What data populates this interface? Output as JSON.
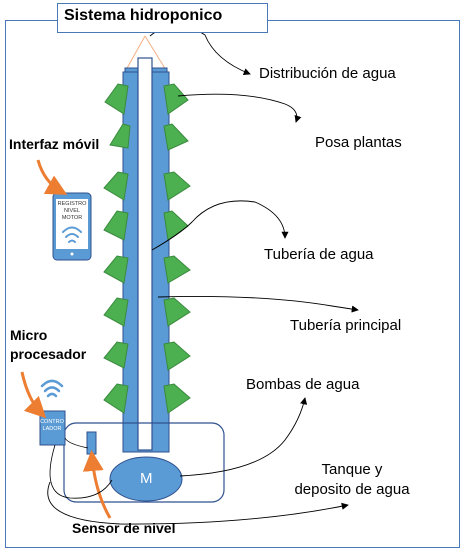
{
  "title": "Sistema hidroponico",
  "labels": {
    "water_distribution": "Distribución de agua",
    "plant_holders": "Posa plantas",
    "water_pipe": "Tubería de agua",
    "main_pipe": "Tubería principal",
    "water_pumps": "Bombas de agua",
    "tank_line1": "Tanque y",
    "tank_line2": "deposito de agua",
    "mobile_interface": "Interfaz móvil",
    "micro_line1": "Micro",
    "micro_line2": "procesador",
    "level_sensor": "Sensor de nivel"
  },
  "phone": {
    "line1": "REGISTRO",
    "line2": "NIVEL",
    "line3": "MOTOR"
  },
  "controller": {
    "line1": "CONTRO",
    "line2": "LADOR"
  },
  "motor": {
    "label": "M"
  },
  "colors": {
    "blue": "#4a78b5",
    "pipe": "#5b9bd5",
    "green": "#4caf50",
    "orange": "#ed7d31",
    "outline": "#2f528f"
  }
}
